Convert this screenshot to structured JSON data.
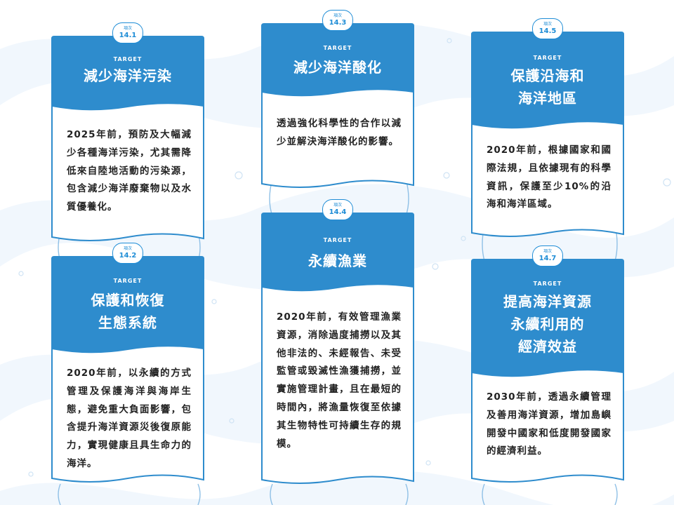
{
  "badge_label": "項次",
  "target_label": "TARGET",
  "cards": [
    {
      "number": "14.1",
      "title": "減少海洋污染",
      "body": "2025年前，預防及大幅減少各種海洋污染，尤其需降低來自陸地活動的污染源，包含減少海洋廢棄物以及水質優養化。"
    },
    {
      "number": "14.2",
      "title_lines": [
        "保護和恢復",
        "生態系統"
      ],
      "body": "2020年前，以永續的方式管理及保護海洋與海岸生態，避免重大負面影響，包含提升海洋資源災後復原能力，實現健康且具生命力的海洋。"
    },
    {
      "number": "14.3",
      "title": "減少海洋酸化",
      "body": "透過強化科學性的合作以減少並解決海洋酸化的影響。"
    },
    {
      "number": "14.4",
      "title": "永續漁業",
      "body": "2020年前，有效管理漁業資源，消除過度捕撈以及其他非法的、未經報告、未受監管或毀滅性漁獲捕撈，並實施管理計畫，且在最短的時間內，將漁量恢復至依據其生物特性可持續生存的規模。"
    },
    {
      "number": "14.5",
      "title_lines": [
        "保護沿海和",
        "海洋地區"
      ],
      "body": "2020年前，根據國家和國際法規，且依據現有的科學資訊，保護至少10%的沿海和海洋區域。"
    },
    {
      "number": "14.7",
      "title_lines": [
        "提高海洋資源",
        "永續利用的",
        "經濟效益"
      ],
      "body": "2030年前，透過永續管理及善用海洋資源，增加島嶼開發中國家和低度開發國家的經濟利益。"
    }
  ],
  "colors": {
    "card_blue": "#2e8ccd",
    "badge_border": "#1f8dd6",
    "wave_bg": "#eef5fc",
    "connector": "#8fc0e6"
  }
}
